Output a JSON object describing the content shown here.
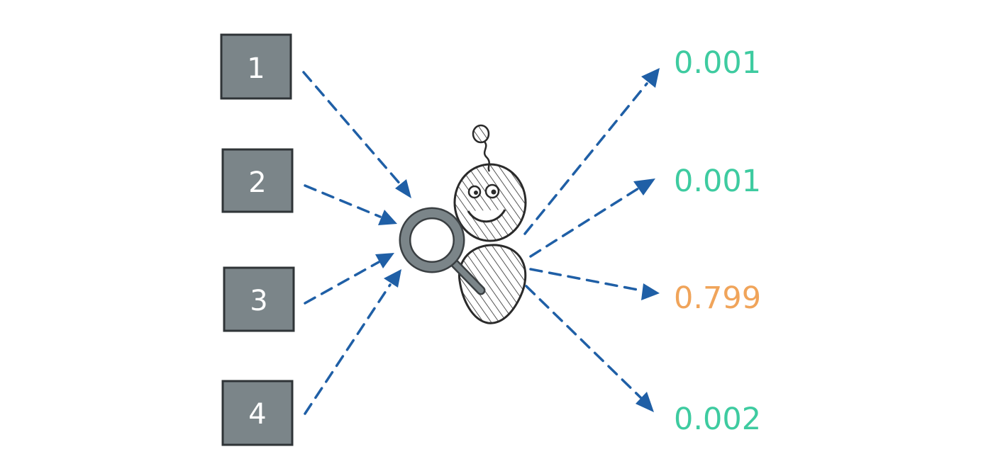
{
  "inputs": [
    {
      "label": "1"
    },
    {
      "label": "2"
    },
    {
      "label": "3"
    },
    {
      "label": "4"
    }
  ],
  "scores": [
    {
      "value": "0.001",
      "color": "#3ecba0"
    },
    {
      "value": "0.001",
      "color": "#3ecba0"
    },
    {
      "value": "0.799",
      "color": "#f0a45a"
    },
    {
      "value": "0.002",
      "color": "#3ecba0"
    }
  ],
  "colors": {
    "box_fill": "#7b8589",
    "box_stroke": "#2f3437",
    "arrow": "#1f5fa6",
    "magnifier": "#6b7478",
    "robot_stroke": "#2a2a2a"
  },
  "icons": [
    "robot-icon",
    "magnifying-glass-icon"
  ]
}
